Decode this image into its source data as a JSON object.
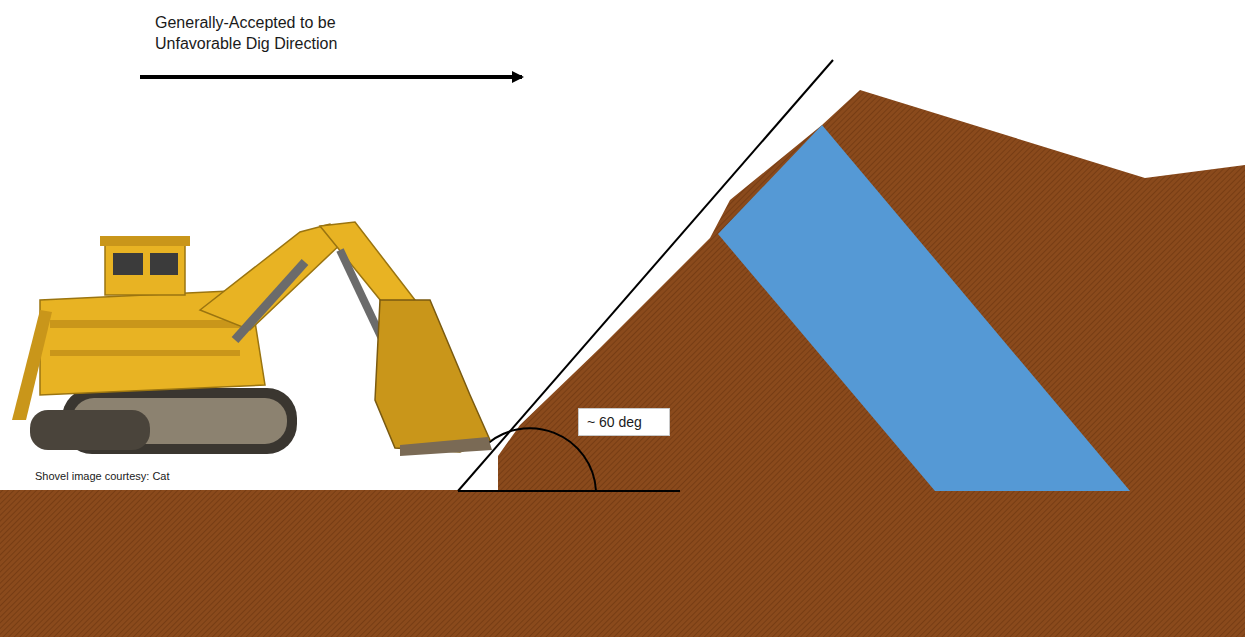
{
  "diagram": {
    "nodes": [
      {
        "text": [
          "~ 60 deg"
        ]
      }
    ],
    "labels": [
      "Generally-Accepted to be Unfavorable Dig Direction",
      "Shovel image courtesy: Cat"
    ]
  }
}
